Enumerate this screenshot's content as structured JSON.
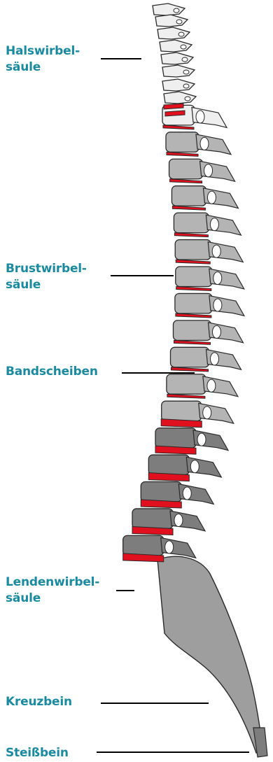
{
  "colors": {
    "label_text": "#1a8aa0",
    "leader": "#000000",
    "disc": "#e0101e",
    "cervical_bone": "#efefef",
    "thoracic_bone": "#b4b4b4",
    "lumbar_bone": "#7d7d7d",
    "sacrum_bone": "#9e9e9e",
    "outline": "#2a2a2a"
  },
  "labels": {
    "cervical_line1": "Halswirbel-",
    "cervical_line2": "säule",
    "thoracic_line1": "Brustwirbel-",
    "thoracic_line2": "säule",
    "discs": "Bandscheiben",
    "lumbar_line1": "Lendenwirbel-",
    "lumbar_line2": "säule",
    "sacrum": "Kreuzbein",
    "coccyx": "Steißbein"
  }
}
